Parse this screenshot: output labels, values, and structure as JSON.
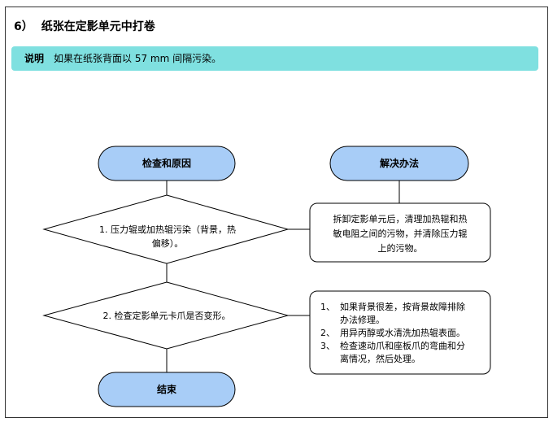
{
  "section": {
    "number": "6）",
    "title": "纸张在定影单元中打卷"
  },
  "note": {
    "label": "说明",
    "text": "如果在纸张背面以 57 mm 间隔污染。"
  },
  "flow": {
    "check_header": "检查和原因",
    "solution_header": "解决办法",
    "step1_line1": "1. 压力辊或加热辊污染（背景，热",
    "step1_line2": "偏移）。",
    "solution1_line1": "拆卸定影单元后，清理加热辊和热",
    "solution1_line2": "敏电阻之间的污物，并清除压力辊",
    "solution1_line3": "上的污物。",
    "step2_text": "2. 检查定影单元卡爪是否变形。",
    "solution2_n1": "1、",
    "solution2_l1a": "如果背景很差，按背景故障排除",
    "solution2_l1b": "办法修理。",
    "solution2_n2": "2、",
    "solution2_l2": "用异丙醇或水清洗加热辊表面。",
    "solution2_n3": "3、",
    "solution2_l3a": "检查速动爪和座板爪的弯曲和分",
    "solution2_l3b": "离情况，然后处理。",
    "end": "结束"
  },
  "colors": {
    "terminal_fill": "#a8cdf7",
    "note_fill": "#7fe0e0"
  }
}
